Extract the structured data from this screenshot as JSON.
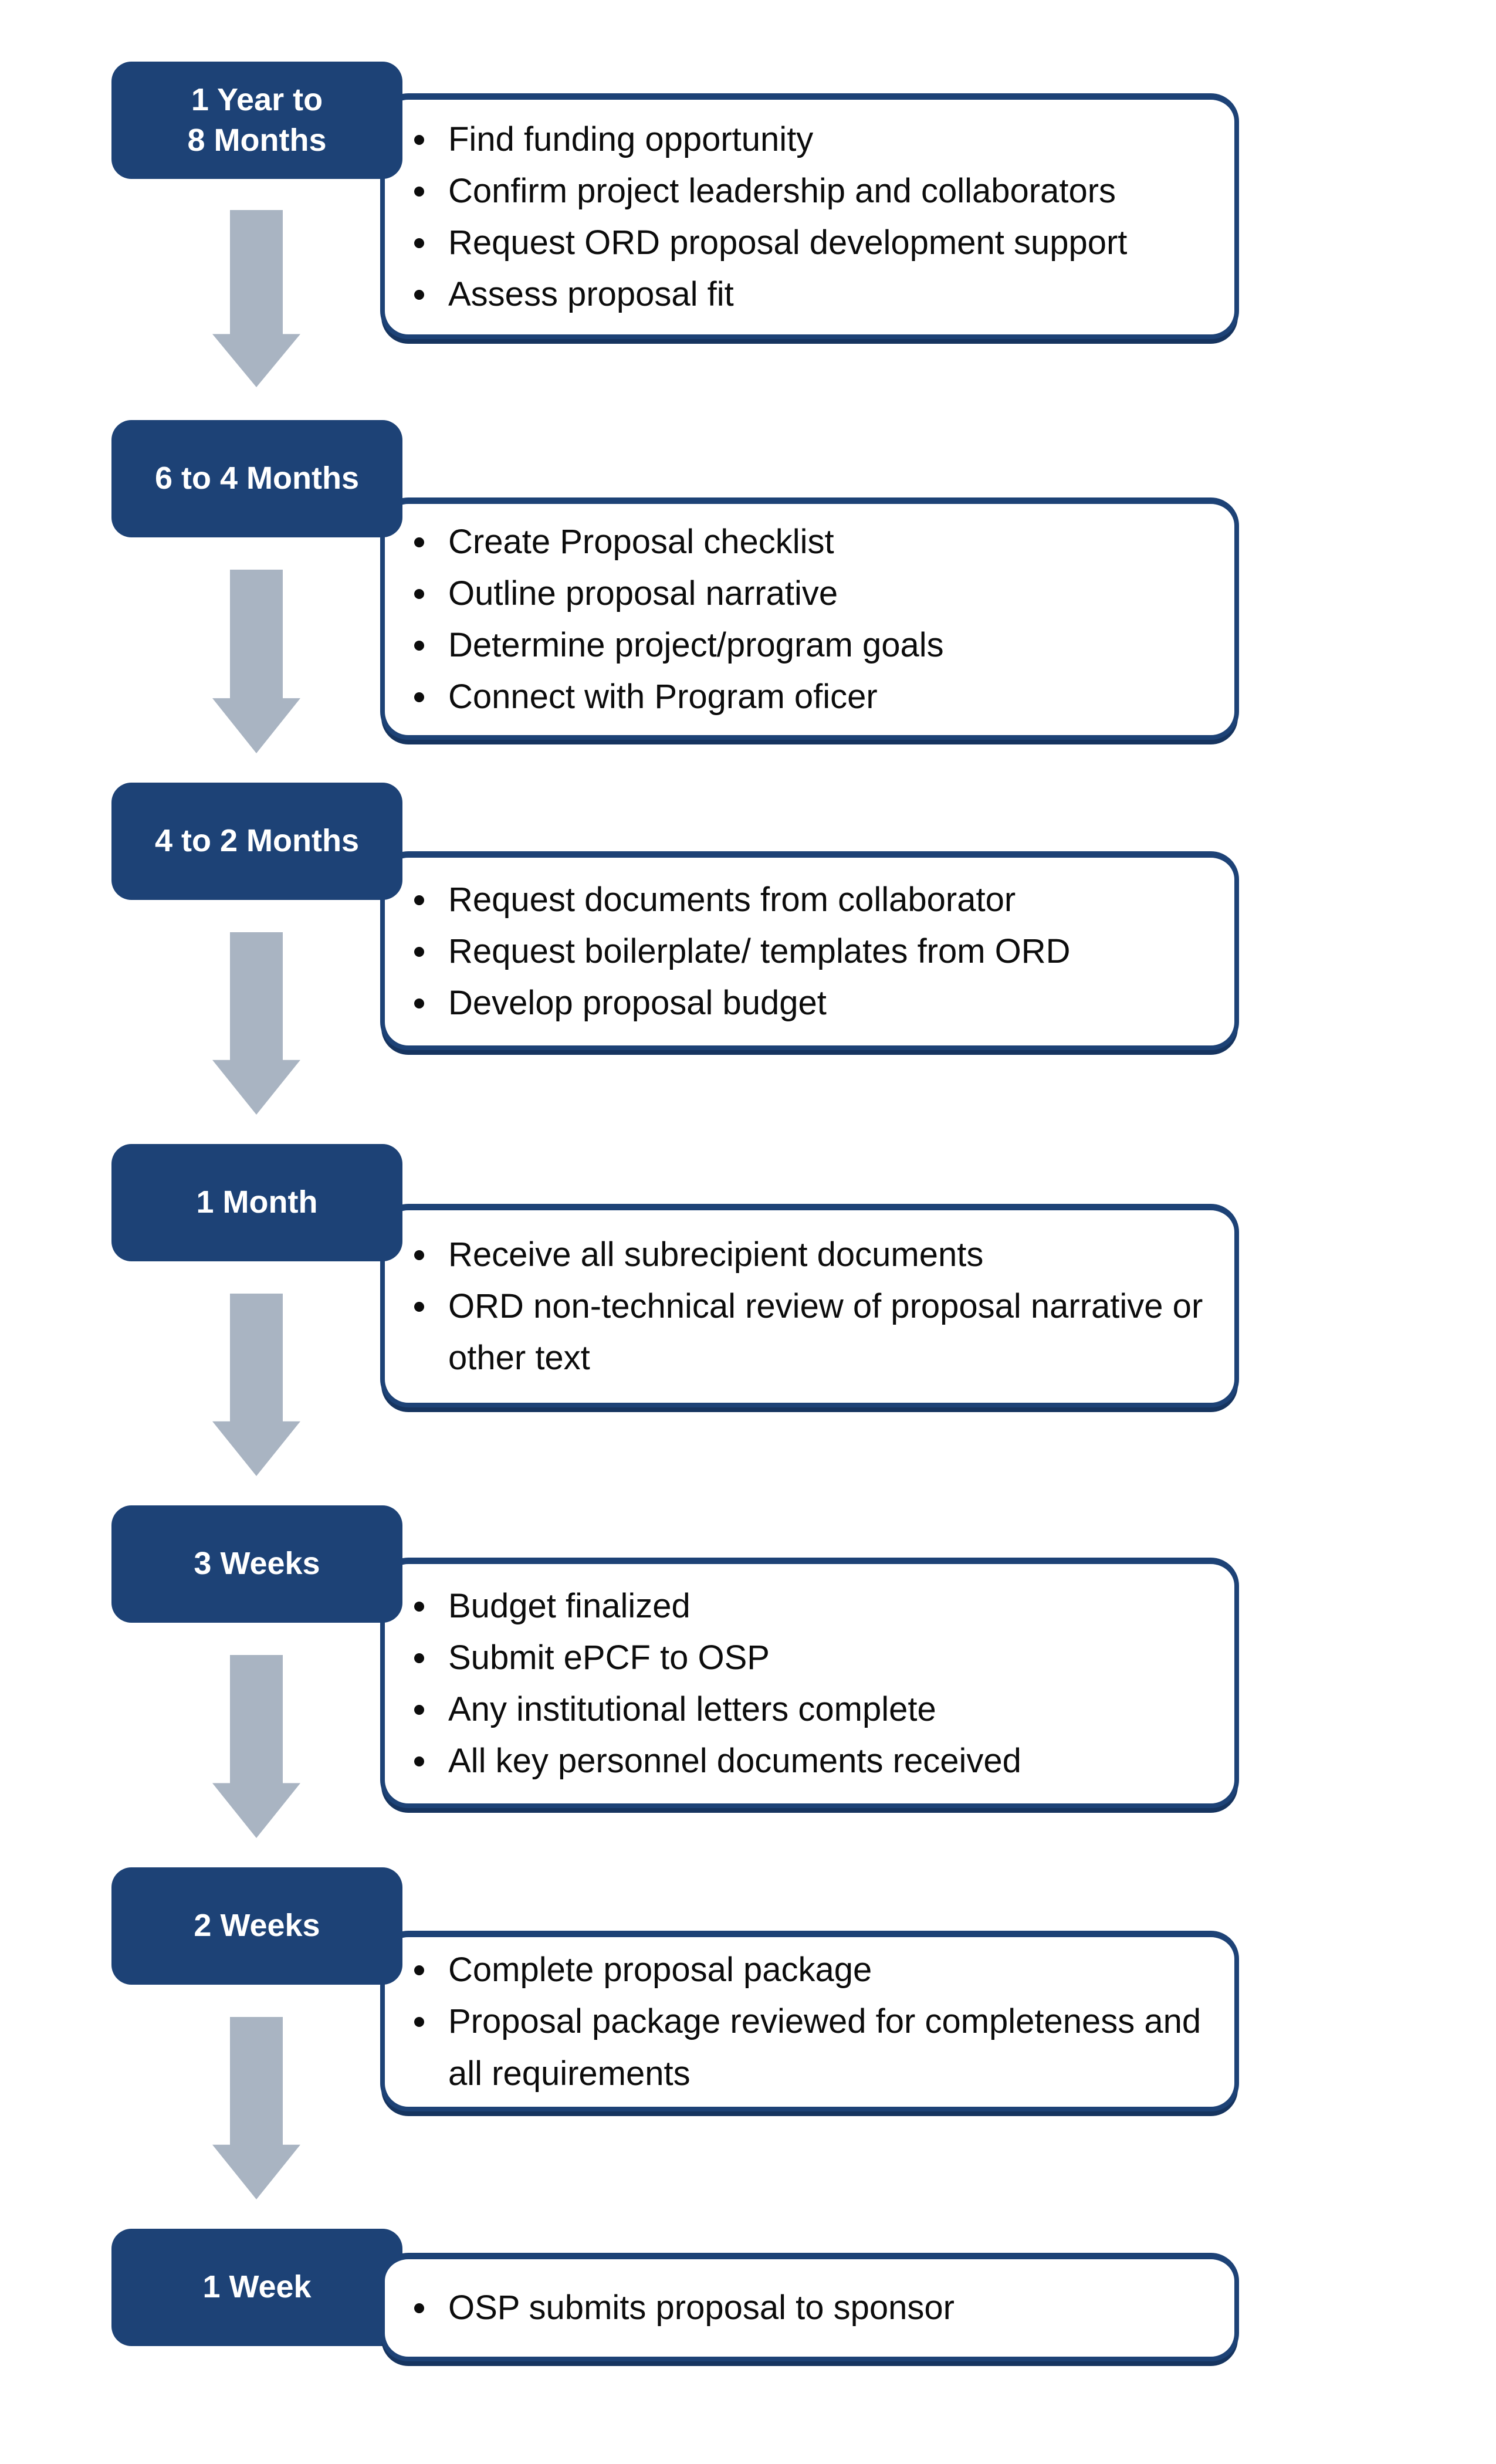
{
  "colors": {
    "primary_blue": "#1d4276",
    "box_outline_shadow": "#16345f",
    "arrow_gray": "#a9b4c2",
    "label_text": "#ffffff",
    "bullet_text": "#0c0c0c"
  },
  "sections": [
    {
      "label": "1 Year to 8 Months",
      "label_lines": [
        "1 Year to",
        "8 Months"
      ],
      "bullets": [
        "Find funding opportunity",
        "Confirm project leadership and collaborators",
        "Request ORD proposal development support",
        "Assess proposal fit"
      ]
    },
    {
      "label": "6 to 4 Months",
      "label_lines": [
        "6 to 4 Months"
      ],
      "bullets": [
        "Create Proposal checklist",
        "Outline proposal narrative",
        "Determine project/program goals",
        "Connect with Program oficer"
      ]
    },
    {
      "label": "4 to 2 Months",
      "label_lines": [
        "4 to 2 Months"
      ],
      "bullets": [
        "Request documents from collaborator",
        "Request boilerplate/ templates from ORD",
        "Develop proposal budget"
      ]
    },
    {
      "label": "1 Month",
      "label_lines": [
        "1 Month"
      ],
      "bullets": [
        "Receive all subrecipient documents",
        "ORD non-technical review of proposal narrative or other text"
      ]
    },
    {
      "label": "3 Weeks",
      "label_lines": [
        "3 Weeks"
      ],
      "bullets": [
        "Budget finalized",
        "Submit ePCF to OSP",
        "Any institutional letters complete",
        "All key personnel documents received"
      ]
    },
    {
      "label": "2 Weeks",
      "label_lines": [
        "2 Weeks"
      ],
      "bullets": [
        "Complete proposal package",
        "Proposal package reviewed for completeness and all requirements"
      ]
    },
    {
      "label": "1 Week",
      "label_lines": [
        "1 Week"
      ],
      "bullets": [
        "OSP submits proposal to sponsor"
      ]
    }
  ]
}
